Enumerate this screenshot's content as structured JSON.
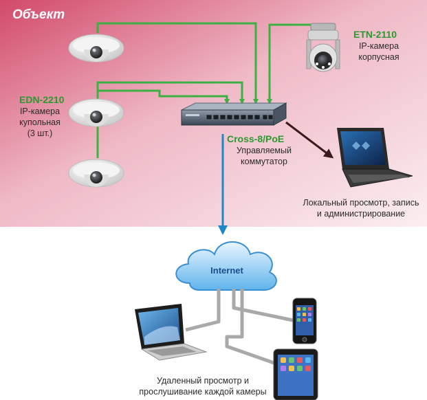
{
  "zone": {
    "title": "Объект",
    "bg_top": "#d24a6a",
    "bg_bottom": "#fbeef1"
  },
  "dome_cameras": {
    "model": "EDN-2210",
    "type": "IP-камера",
    "form": "купольная",
    "qty": "(3 шт.)"
  },
  "ptz_camera": {
    "model": "ETN-2110",
    "type": "IP-камера",
    "form": "корпусная"
  },
  "switch": {
    "model": "Cross-8/PoE",
    "line1": "Управляемый",
    "line2": "коммутатор"
  },
  "local": {
    "line1": "Локальный просмотр, запись",
    "line2": "и администрирование"
  },
  "cloud": {
    "label": "Internet"
  },
  "remote": {
    "line1": "Удаленный просмотр и",
    "line2": "прослушивание каждой камеры"
  },
  "colors": {
    "poe_link": "#3cb043",
    "uplink": "#1f86c8",
    "local_link": "#3a1a1a",
    "remote_link": "#a9a9a9"
  },
  "icons": [
    "dome-camera-icon",
    "ptz-camera-icon",
    "network-switch-icon",
    "laptop-icon",
    "cloud-icon",
    "smartphone-icon",
    "tablet-icon"
  ]
}
